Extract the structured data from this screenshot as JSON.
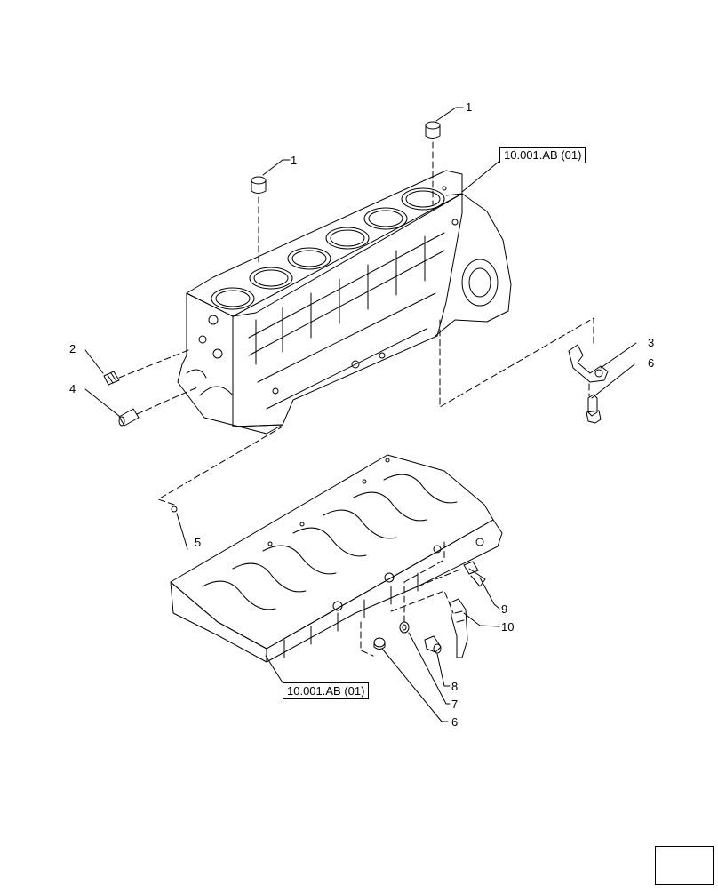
{
  "references": {
    "top_block": "10.001.AB (01)",
    "bottom_block": "10.001.AB (01)"
  },
  "callouts": {
    "c1a": "1",
    "c1b": "1",
    "c2": "2",
    "c4": "4",
    "c3": "3",
    "c6a": "6",
    "c5": "5",
    "c9": "9",
    "c10": "10",
    "c8": "8",
    "c7": "7",
    "c6b": "6"
  },
  "icons": {
    "nav": "arrow-navigation-icon"
  }
}
